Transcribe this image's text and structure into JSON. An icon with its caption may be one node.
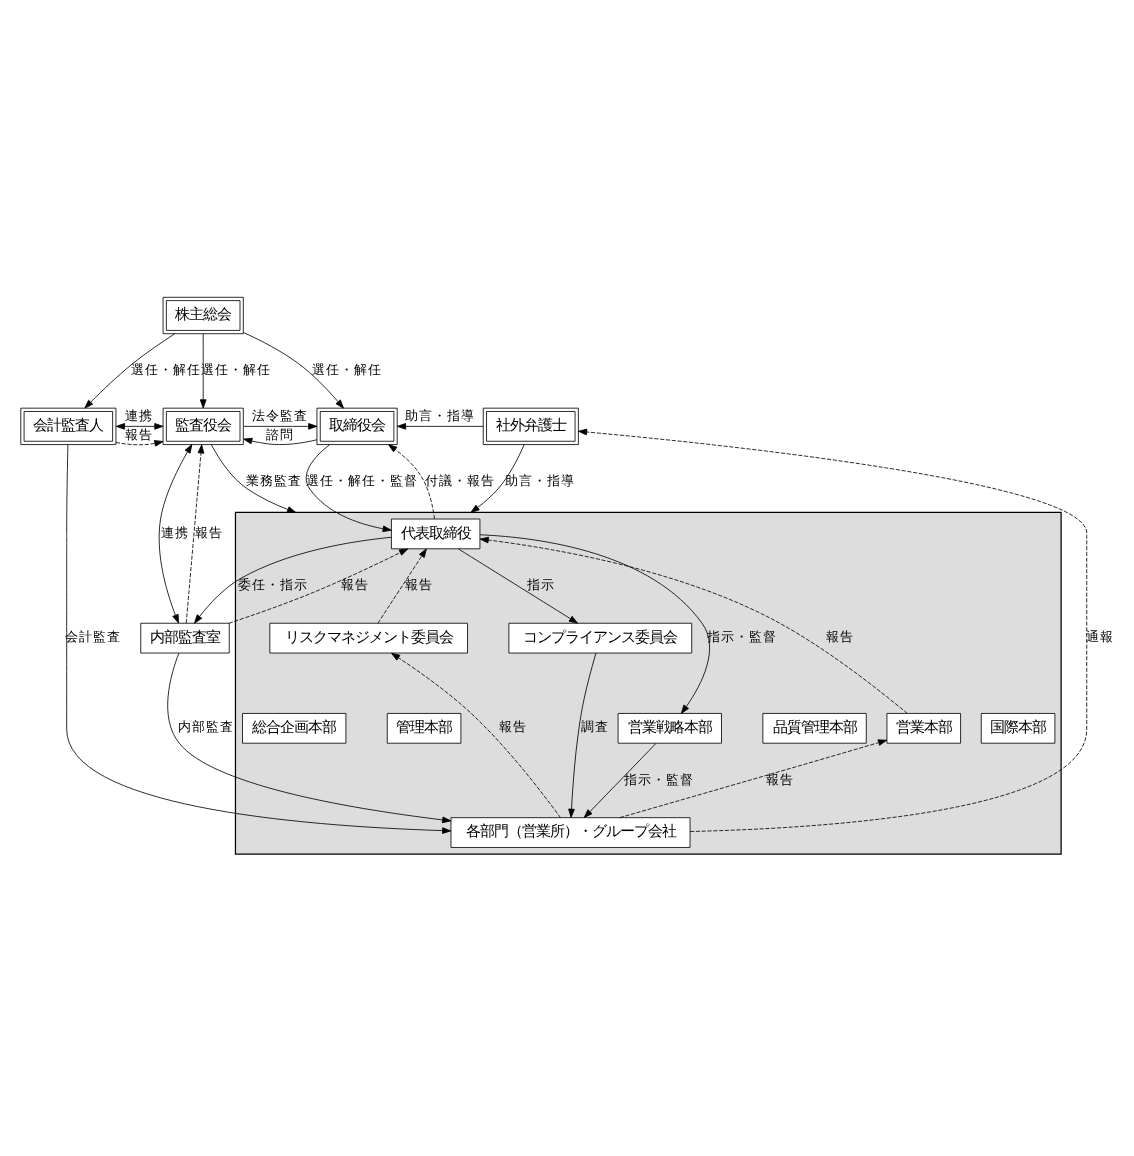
{
  "diagram": {
    "nodes": [
      {
        "text": [
          "株主総会"
        ]
      },
      {
        "text": [
          "会計監査人"
        ]
      },
      {
        "text": [
          "監査役会"
        ]
      },
      {
        "text": [
          "取締役会"
        ]
      },
      {
        "text": [
          "社外弁護士"
        ]
      },
      {
        "text": [],
        "shape": "box"
      },
      {
        "text": [
          "代表取締役"
        ],
        "in": 5
      },
      {
        "text": [
          "内部監査室"
        ]
      },
      {
        "text": [
          "総合企画本部"
        ],
        "in": 5
      },
      {
        "text": [
          "管理本部"
        ],
        "in": 5
      },
      {
        "text": [
          "営業本部"
        ],
        "in": 5
      },
      {
        "text": [
          "営業戦略本部"
        ],
        "in": 5
      },
      {
        "text": [
          "品質管理本部"
        ],
        "in": 5
      },
      {
        "text": [
          "国際本部"
        ],
        "in": 5
      },
      {
        "text": [
          "リスクマネジメント委員会"
        ],
        "in": 5
      },
      {
        "text": [
          "コンプライアンス委員会"
        ],
        "in": 5
      },
      {
        "text": [
          "各部門（営業所）・グループ会社"
        ],
        "in": 5
      }
    ],
    "edges": [
      {
        "from": 0,
        "to": 1,
        "arrow": "to",
        "label": "選任・解任"
      },
      {
        "from": 0,
        "to": 2,
        "arrow": "to",
        "label": "選任・解任"
      },
      {
        "from": 0,
        "to": 3,
        "arrow": "to",
        "label": "選任・解任"
      },
      {
        "from": 1,
        "to": 2,
        "arrow": "both",
        "label": "連携"
      },
      {
        "from": 1,
        "to": 2,
        "arrow": "to",
        "label": "報告",
        "style": "dashed"
      },
      {
        "from": 2,
        "to": 3,
        "arrow": "to",
        "label": "法令監査"
      },
      {
        "from": 3,
        "to": 2,
        "arrow": "to",
        "label": "諮問"
      },
      {
        "from": 4,
        "to": 3,
        "arrow": "to",
        "label": "助言・指導"
      },
      {
        "from": 4,
        "to": 5,
        "arrow": "to",
        "label": "助言・指導"
      },
      {
        "from": 2,
        "to": 5,
        "arrow": "to",
        "label": "業務監査"
      },
      {
        "from": 6,
        "to": 3,
        "arrow": "to",
        "label": "付議・報告",
        "style": "dashed"
      },
      {
        "from": 3,
        "to": 6,
        "arrow": "to",
        "label": "選任・解任・監督"
      },
      {
        "from": 7,
        "to": 2,
        "arrow": "to",
        "label": "報告",
        "style": "dashed"
      },
      {
        "from": 2,
        "to": 7,
        "arrow": "both",
        "label": "連携"
      },
      {
        "from": 7,
        "to": 6,
        "arrow": "to",
        "label": "報告",
        "style": "dashed"
      },
      {
        "from": 6,
        "to": 7,
        "arrow": "to",
        "label": "委任・指示"
      },
      {
        "from": 10,
        "to": 6,
        "arrow": "to",
        "label": "報告",
        "style": "dashed"
      },
      {
        "from": 6,
        "to": 11,
        "arrow": "to",
        "label": "指示・監督"
      },
      {
        "from": 6,
        "to": 15,
        "arrow": "to",
        "label": "指示"
      },
      {
        "from": 14,
        "to": 6,
        "arrow": "to",
        "label": "報告",
        "style": "dashed"
      },
      {
        "from": 16,
        "to": 10,
        "arrow": "to",
        "label": "報告",
        "style": "dashed"
      },
      {
        "from": 11,
        "to": 16,
        "arrow": "to",
        "label": "指示・監督"
      },
      {
        "from": 16,
        "to": 14,
        "arrow": "to",
        "label": "報告",
        "style": "dashed"
      },
      {
        "from": 15,
        "to": 16,
        "arrow": "to",
        "label": "調査"
      },
      {
        "from": 7,
        "to": 16,
        "arrow": "to",
        "label": "内部監査"
      },
      {
        "from": 1,
        "to": 16,
        "arrow": "to",
        "label": "会計監査"
      },
      {
        "from": 16,
        "to": 4,
        "arrow": "to",
        "label": "通報",
        "style": "dashed"
      }
    ]
  }
}
